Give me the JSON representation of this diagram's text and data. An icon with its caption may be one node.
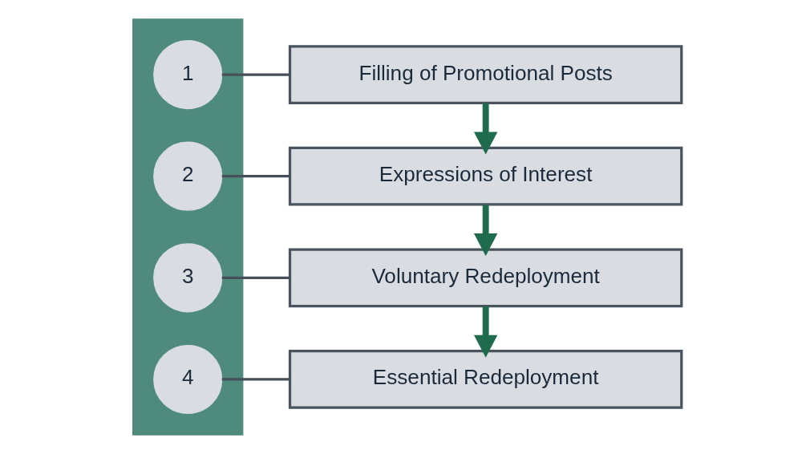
{
  "diagram": {
    "nodes": [
      {
        "text": [],
        "shape": "trapezoid"
      },
      {
        "text": [
          "1"
        ],
        "in": 0
      },
      {
        "text": [
          "2"
        ],
        "in": 0
      },
      {
        "text": [
          "3"
        ],
        "in": 0
      },
      {
        "text": [
          "4"
        ],
        "in": 0
      },
      {
        "text": [
          "Filling of Promotional Posts"
        ]
      },
      {
        "text": [
          "Expressions of Interest"
        ]
      },
      {
        "text": [
          "Voluntary Redeployment"
        ]
      },
      {
        "text": [
          "Essential Redeployment"
        ]
      }
    ],
    "edges": [
      {
        "from": 1,
        "to": 5,
        "arrow": "none"
      },
      {
        "from": 2,
        "to": 6,
        "arrow": "none"
      },
      {
        "from": 3,
        "to": 7,
        "arrow": "none"
      },
      {
        "from": 4,
        "to": 8,
        "arrow": "none"
      },
      {
        "from": 5,
        "to": 6,
        "arrow": "to",
        "style": "thick",
        "color": "#1e6b4e"
      },
      {
        "from": 6,
        "to": 7,
        "arrow": "to",
        "style": "thick",
        "color": "#1e6b4e"
      },
      {
        "from": 7,
        "to": 8,
        "arrow": "to",
        "style": "thick",
        "color": "#1e6b4e"
      }
    ]
  }
}
